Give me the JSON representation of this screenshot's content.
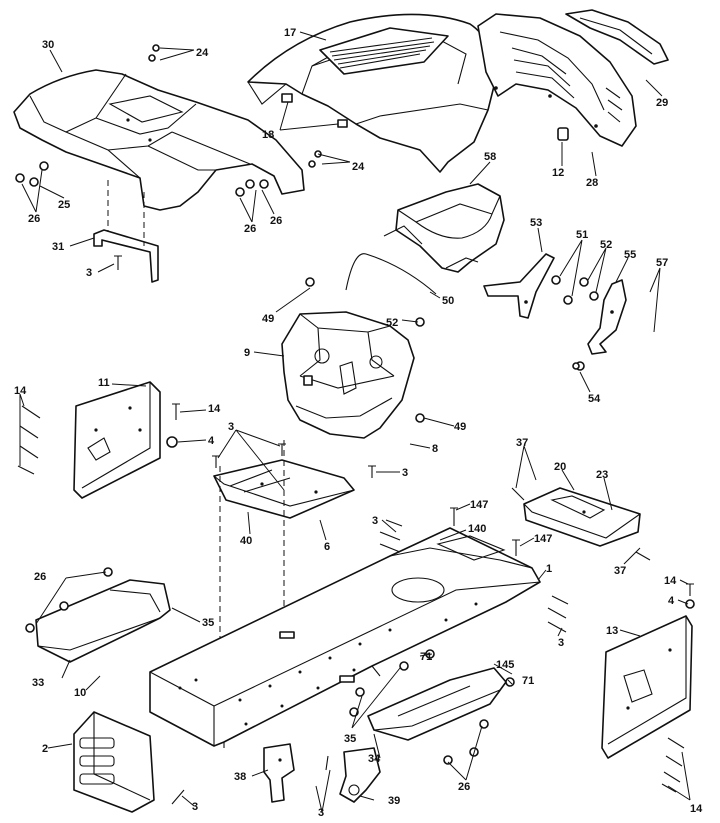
{
  "callouts": [
    {
      "id": "c-30",
      "text": "30"
    },
    {
      "id": "c-24a",
      "text": "24"
    },
    {
      "id": "c-17",
      "text": "17"
    },
    {
      "id": "c-29",
      "text": "29"
    },
    {
      "id": "c-18",
      "text": "18"
    },
    {
      "id": "c-12",
      "text": "12"
    },
    {
      "id": "c-28",
      "text": "28"
    },
    {
      "id": "c-24b",
      "text": "24"
    },
    {
      "id": "c-26a",
      "text": "26"
    },
    {
      "id": "c-25",
      "text": "25"
    },
    {
      "id": "c-26b",
      "text": "26"
    },
    {
      "id": "c-26c",
      "text": "26"
    },
    {
      "id": "c-58",
      "text": "58"
    },
    {
      "id": "c-31",
      "text": "31"
    },
    {
      "id": "c-3a",
      "text": "3"
    },
    {
      "id": "c-53",
      "text": "53"
    },
    {
      "id": "c-51",
      "text": "51"
    },
    {
      "id": "c-52a",
      "text": "52"
    },
    {
      "id": "c-55",
      "text": "55"
    },
    {
      "id": "c-57",
      "text": "57"
    },
    {
      "id": "c-49a",
      "text": "49"
    },
    {
      "id": "c-50",
      "text": "50"
    },
    {
      "id": "c-52b",
      "text": "52"
    },
    {
      "id": "c-9",
      "text": "9"
    },
    {
      "id": "c-54",
      "text": "54"
    },
    {
      "id": "c-14a",
      "text": "14"
    },
    {
      "id": "c-11",
      "text": "11"
    },
    {
      "id": "c-14b",
      "text": "14"
    },
    {
      "id": "c-4a",
      "text": "4"
    },
    {
      "id": "c-3b",
      "text": "3"
    },
    {
      "id": "c-49b",
      "text": "49"
    },
    {
      "id": "c-8",
      "text": "8"
    },
    {
      "id": "c-37a",
      "text": "37"
    },
    {
      "id": "c-3c",
      "text": "3"
    },
    {
      "id": "c-20",
      "text": "20"
    },
    {
      "id": "c-23",
      "text": "23"
    },
    {
      "id": "c-147a",
      "text": "147"
    },
    {
      "id": "c-40",
      "text": "40"
    },
    {
      "id": "c-6",
      "text": "6"
    },
    {
      "id": "c-3d",
      "text": "3"
    },
    {
      "id": "c-140",
      "text": "140"
    },
    {
      "id": "c-147b",
      "text": "147"
    },
    {
      "id": "c-1",
      "text": "1"
    },
    {
      "id": "c-37b",
      "text": "37"
    },
    {
      "id": "c-26d",
      "text": "26"
    },
    {
      "id": "c-14c",
      "text": "14"
    },
    {
      "id": "c-4b",
      "text": "4"
    },
    {
      "id": "c-35a",
      "text": "35"
    },
    {
      "id": "c-13",
      "text": "13"
    },
    {
      "id": "c-3e",
      "text": "3"
    },
    {
      "id": "c-33",
      "text": "33"
    },
    {
      "id": "c-71a",
      "text": "71"
    },
    {
      "id": "c-145",
      "text": "145"
    },
    {
      "id": "c-71b",
      "text": "71"
    },
    {
      "id": "c-10",
      "text": "10"
    },
    {
      "id": "c-35b",
      "text": "35"
    },
    {
      "id": "c-2",
      "text": "2"
    },
    {
      "id": "c-34",
      "text": "34"
    },
    {
      "id": "c-26e",
      "text": "26"
    },
    {
      "id": "c-3f",
      "text": "3"
    },
    {
      "id": "c-38",
      "text": "38"
    },
    {
      "id": "c-3g",
      "text": "3"
    },
    {
      "id": "c-39",
      "text": "39"
    },
    {
      "id": "c-14d",
      "text": "14"
    }
  ]
}
